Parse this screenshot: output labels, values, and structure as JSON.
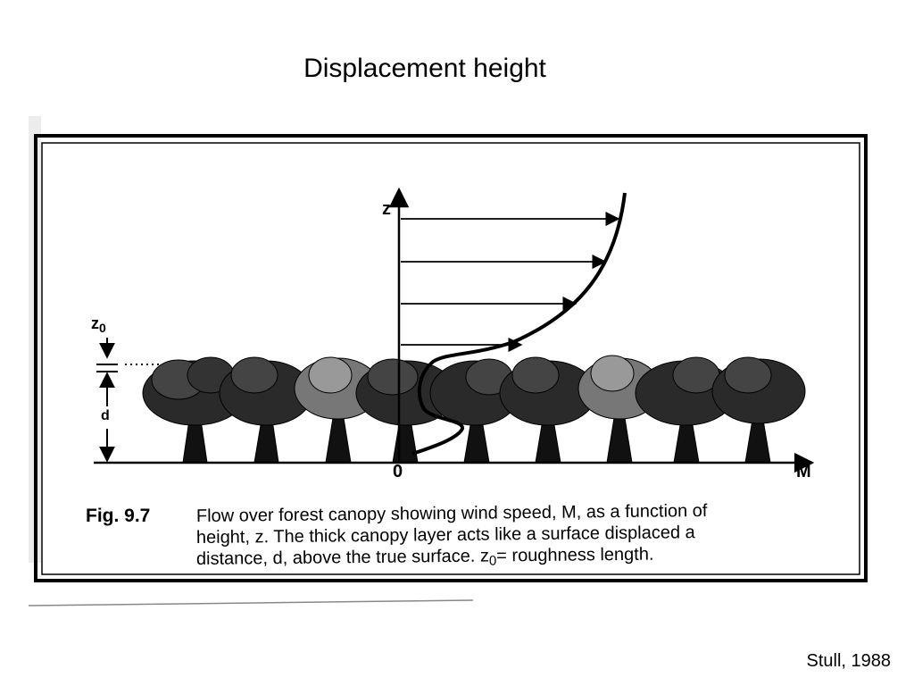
{
  "slide": {
    "title": "Displacement height",
    "credit": "Stull, 1988"
  },
  "figure": {
    "axis_z_label": "z",
    "axis_m_label": "M",
    "origin_label": "0",
    "z0_label": "z",
    "z0_subscript": "0",
    "d_label": "d",
    "fig_number": "Fig. 9.7",
    "caption_line1": "Flow over forest canopy showing wind speed, M, as a function of",
    "caption_line2": "height, z.  The thick canopy layer acts like a surface displaced a",
    "caption_line3_a": "distance, d, above the true surface. z",
    "caption_line3_sub": "0",
    "caption_line3_b": "= roughness length."
  }
}
